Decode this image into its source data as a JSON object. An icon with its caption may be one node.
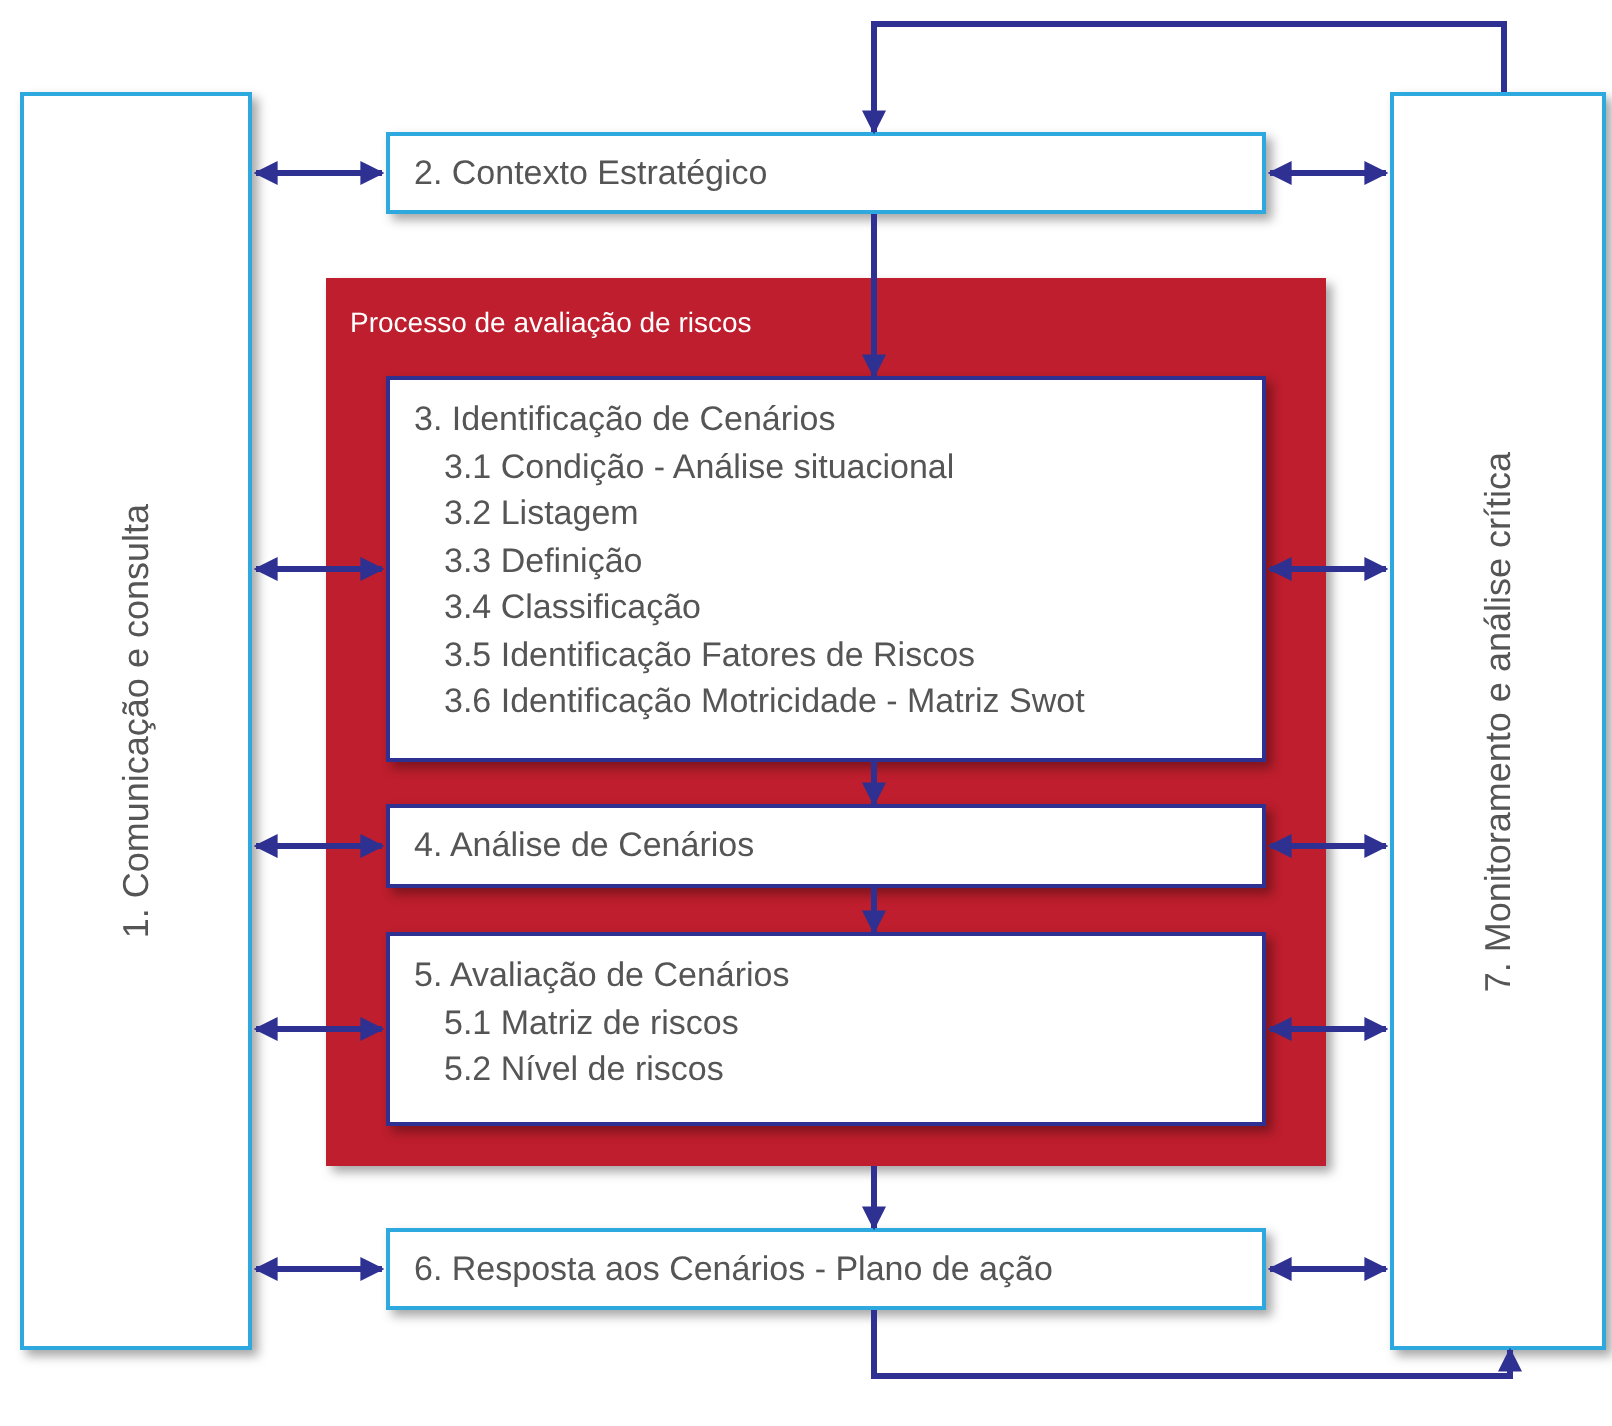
{
  "diagram": {
    "nodes": [
      {
        "text": [
          "1. Comunicação e consulta"
        ]
      },
      {
        "text": [
          "2. Contexto Estratégico"
        ]
      },
      {
        "text": [
          "Processo de avaliação de riscos"
        ]
      },
      {
        "text": [
          "3. Identificação de Cenários",
          "3.1 Condição - Análise situacional",
          "3.2 Listagem",
          "3.3 Definição",
          "3.4 Classificação",
          "3.5 Identificação Fatores de Riscos",
          "3.6 Identificação Motricidade - Matriz Swot"
        ],
        "in": 2
      },
      {
        "text": [
          "4. Análise de Cenários"
        ],
        "in": 2
      },
      {
        "text": [
          "5. Avaliação de Cenários",
          "5.1 Matriz de riscos",
          "5.2 Nível de riscos"
        ],
        "in": 2
      },
      {
        "text": [
          "6. Resposta aos Cenários - Plano de ação"
        ]
      },
      {
        "text": [
          "7. Monitoramento e análise crítica"
        ]
      }
    ],
    "edges": [
      {
        "from": 0,
        "to": 1,
        "arrow": "both"
      },
      {
        "from": 1,
        "to": 7,
        "arrow": "both"
      },
      {
        "from": 7,
        "to": 1,
        "arrow": "to"
      },
      {
        "from": 1,
        "to": 3,
        "arrow": "to"
      },
      {
        "from": 0,
        "to": 3,
        "arrow": "both"
      },
      {
        "from": 3,
        "to": 7,
        "arrow": "both"
      },
      {
        "from": 3,
        "to": 4,
        "arrow": "to"
      },
      {
        "from": 0,
        "to": 4,
        "arrow": "both"
      },
      {
        "from": 4,
        "to": 7,
        "arrow": "both"
      },
      {
        "from": 4,
        "to": 5,
        "arrow": "to"
      },
      {
        "from": 0,
        "to": 5,
        "arrow": "both"
      },
      {
        "from": 5,
        "to": 7,
        "arrow": "both"
      },
      {
        "from": 2,
        "to": 6,
        "arrow": "to"
      },
      {
        "from": 0,
        "to": 6,
        "arrow": "both"
      },
      {
        "from": 6,
        "to": 7,
        "arrow": "both"
      },
      {
        "from": 6,
        "to": 7,
        "arrow": "to"
      }
    ]
  }
}
